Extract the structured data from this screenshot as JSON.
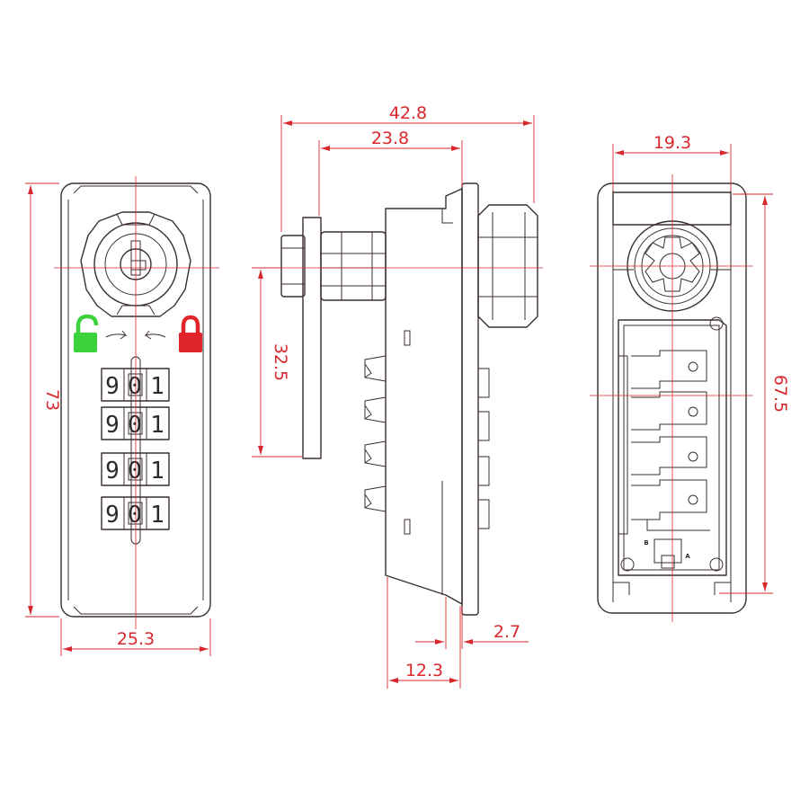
{
  "dimensions": {
    "overall_height": "73",
    "front_width": "25.3",
    "side_depth_total": "42.8",
    "side_depth_to_plate": "23.8",
    "cam_height": "32.5",
    "plate_thickness": "2.7",
    "body_depth": "12.3",
    "rear_width": "19.3",
    "rear_height": "67.5"
  },
  "dials": [
    [
      "9",
      "0",
      "1"
    ],
    [
      "9",
      "0",
      "1"
    ],
    [
      "9",
      "0",
      "1"
    ],
    [
      "9",
      "0",
      "1"
    ]
  ],
  "switch_labels": {
    "left": "B",
    "right": "A"
  },
  "colors": {
    "dimension": "#d9272e",
    "outline": "#3a2e2e",
    "unlocked_icon": "#3bd23b",
    "locked_icon": "#e0262a"
  },
  "icons": {
    "unlocked": "padlock-open-icon",
    "locked": "padlock-closed-icon"
  }
}
